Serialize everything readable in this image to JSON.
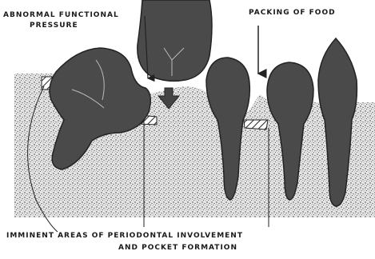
{
  "labels": {
    "abnormal_line1": "ABNORMAL FUNCTIONAL",
    "abnormal_line2": "PRESSURE",
    "packing": "PACKING OF FOOD",
    "imminent_line1": "IMMINENT AREAS OF PERIODONTAL INVOLVEMENT",
    "imminent_line2": "AND POCKET FORMATION"
  },
  "colors": {
    "tooth": "#4a4a4a",
    "bone_stipple": "#333333",
    "ink": "#1a1a1a"
  }
}
